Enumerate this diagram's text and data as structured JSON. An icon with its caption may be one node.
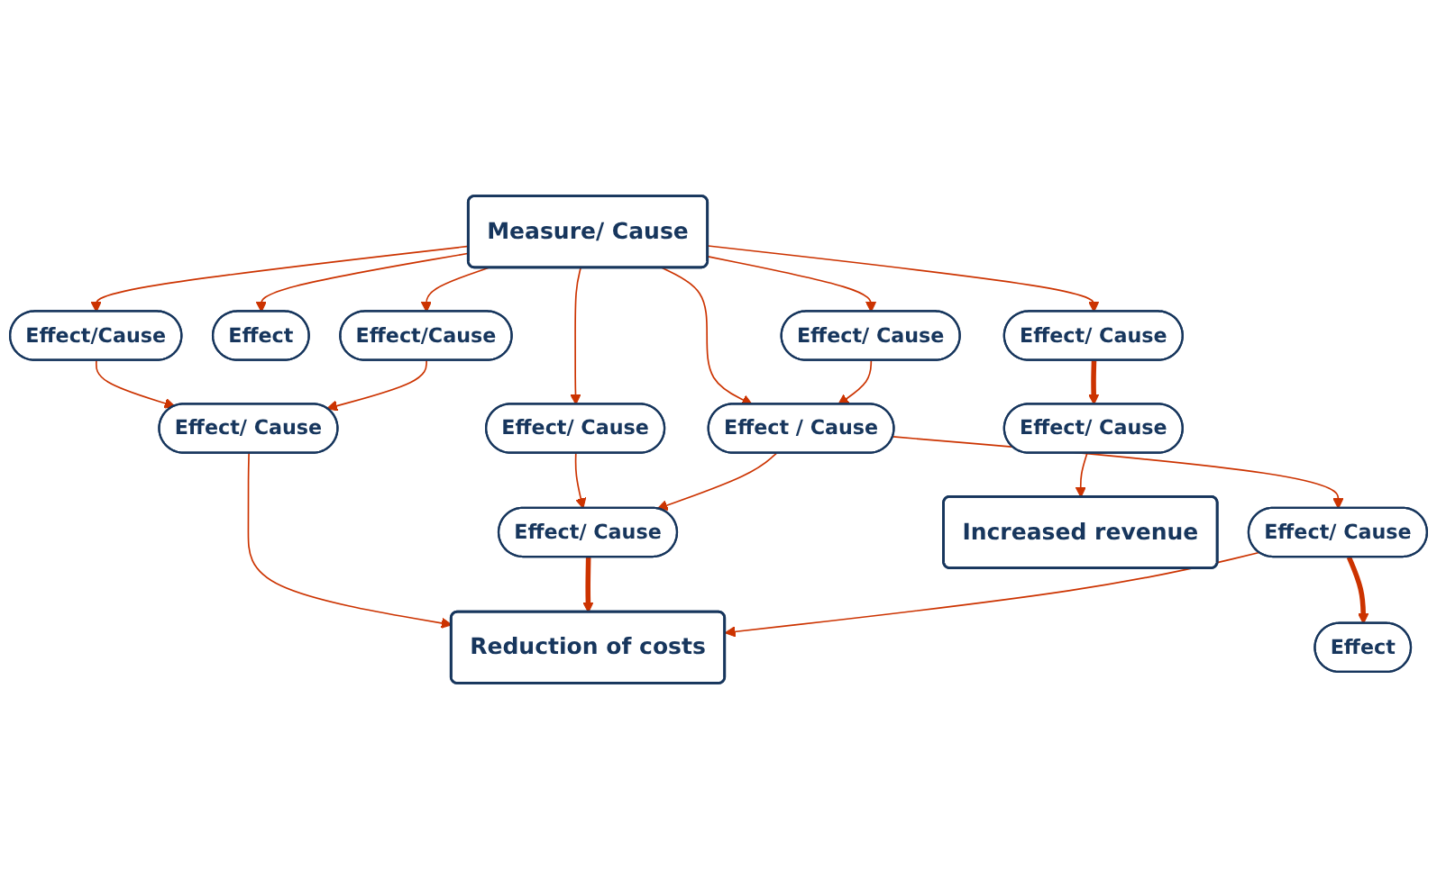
{
  "diagram": {
    "nodes": [
      {
        "text": [
          "Measure/ Cause"
        ]
      },
      {
        "text": [
          "Effect/Cause"
        ]
      },
      {
        "text": [
          "Effect"
        ]
      },
      {
        "text": [
          "Effect/Cause"
        ]
      },
      {
        "text": [
          "Effect/ Cause"
        ]
      },
      {
        "text": [
          "Effect/ Cause"
        ]
      },
      {
        "text": [
          "Effect / Cause"
        ]
      },
      {
        "text": [
          "Effect/ Cause"
        ]
      },
      {
        "text": [
          "Effect/ Cause"
        ]
      },
      {
        "text": [
          "Effect/ Cause"
        ]
      },
      {
        "text": [
          "Effect/ Cause"
        ]
      },
      {
        "text": [
          "Effect/ Cause"
        ]
      },
      {
        "text": [
          "Effect"
        ]
      },
      {
        "text": [
          "Reduction of costs"
        ]
      },
      {
        "text": [
          "Increased revenue"
        ]
      }
    ],
    "edges": [
      {
        "from": 0,
        "to": 1,
        "arrow": "to"
      },
      {
        "from": 0,
        "to": 2,
        "arrow": "to"
      },
      {
        "from": 0,
        "to": 3,
        "arrow": "to"
      },
      {
        "from": 0,
        "to": 4,
        "arrow": "to"
      },
      {
        "from": 0,
        "to": 6,
        "arrow": "to"
      },
      {
        "from": 0,
        "to": 5,
        "arrow": "to"
      },
      {
        "from": 0,
        "to": 7,
        "arrow": "to"
      },
      {
        "from": 1,
        "to": 9,
        "arrow": "to"
      },
      {
        "from": 3,
        "to": 9,
        "arrow": "to"
      },
      {
        "from": 4,
        "to": 8,
        "arrow": "to"
      },
      {
        "from": 5,
        "to": 6,
        "arrow": "to"
      },
      {
        "from": 6,
        "to": 8,
        "arrow": "to"
      },
      {
        "from": 6,
        "to": 11,
        "arrow": "to"
      },
      {
        "from": 9,
        "to": 13,
        "arrow": "to"
      },
      {
        "from": 8,
        "to": 13,
        "arrow": "to",
        "style": "thick"
      },
      {
        "from": 11,
        "to": 12,
        "arrow": "to",
        "style": "thick"
      },
      {
        "from": 11,
        "to": 13,
        "arrow": "to"
      },
      {
        "from": 7,
        "to": 10,
        "arrow": "to",
        "style": "thick"
      },
      {
        "from": 10,
        "to": 14,
        "arrow": "to"
      }
    ]
  }
}
